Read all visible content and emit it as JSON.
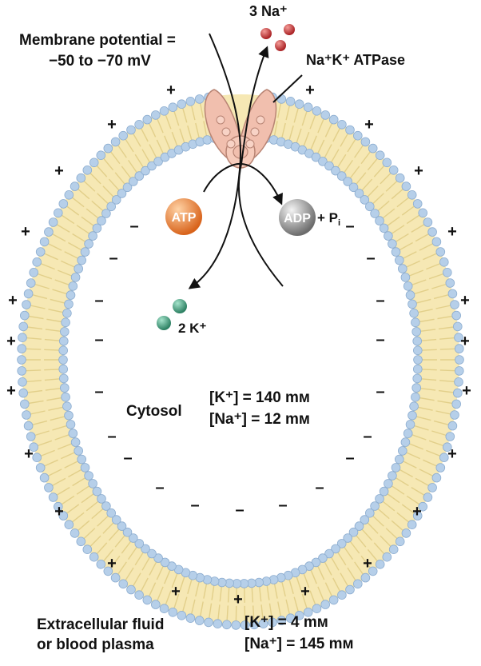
{
  "labels": {
    "membrane_potential_line1": "Membrane potential =",
    "membrane_potential_line2": "−50 to −70 mV",
    "sodium_out": "3 Na⁺",
    "pump_name": "Na⁺K⁺ ATPase",
    "atp": "ATP",
    "adp": "ADP",
    "adp_plus_pi": "+ P",
    "pi_sub": "i",
    "potassium_in": "2 K⁺",
    "cytosol": "Cytosol",
    "cytosol_k": "[K⁺] = 140 mᴍ",
    "cytosol_na": "[Na⁺] = 12 mᴍ",
    "extracellular_line1": "Extracellular fluid",
    "extracellular_line2": "or blood plasma",
    "extracellular_k": "[K⁺] = 4 mᴍ",
    "extracellular_na": "[Na⁺] = 145 mᴍ"
  },
  "signs": {
    "plus": "+",
    "minus": "–"
  },
  "colors": {
    "lipid_core": "#f6e8b4",
    "lipid_tail": "#e2cf8a",
    "lipid_head": "#b6cfe9",
    "lipid_head_edge": "#8eaed0",
    "pump_fill": "#f1bfae",
    "pump_edge": "#b88474",
    "atp": "#e0762b",
    "adp": "#8f8f8f",
    "sodium": "#c0302e",
    "potassium": "#3e9a7a"
  }
}
